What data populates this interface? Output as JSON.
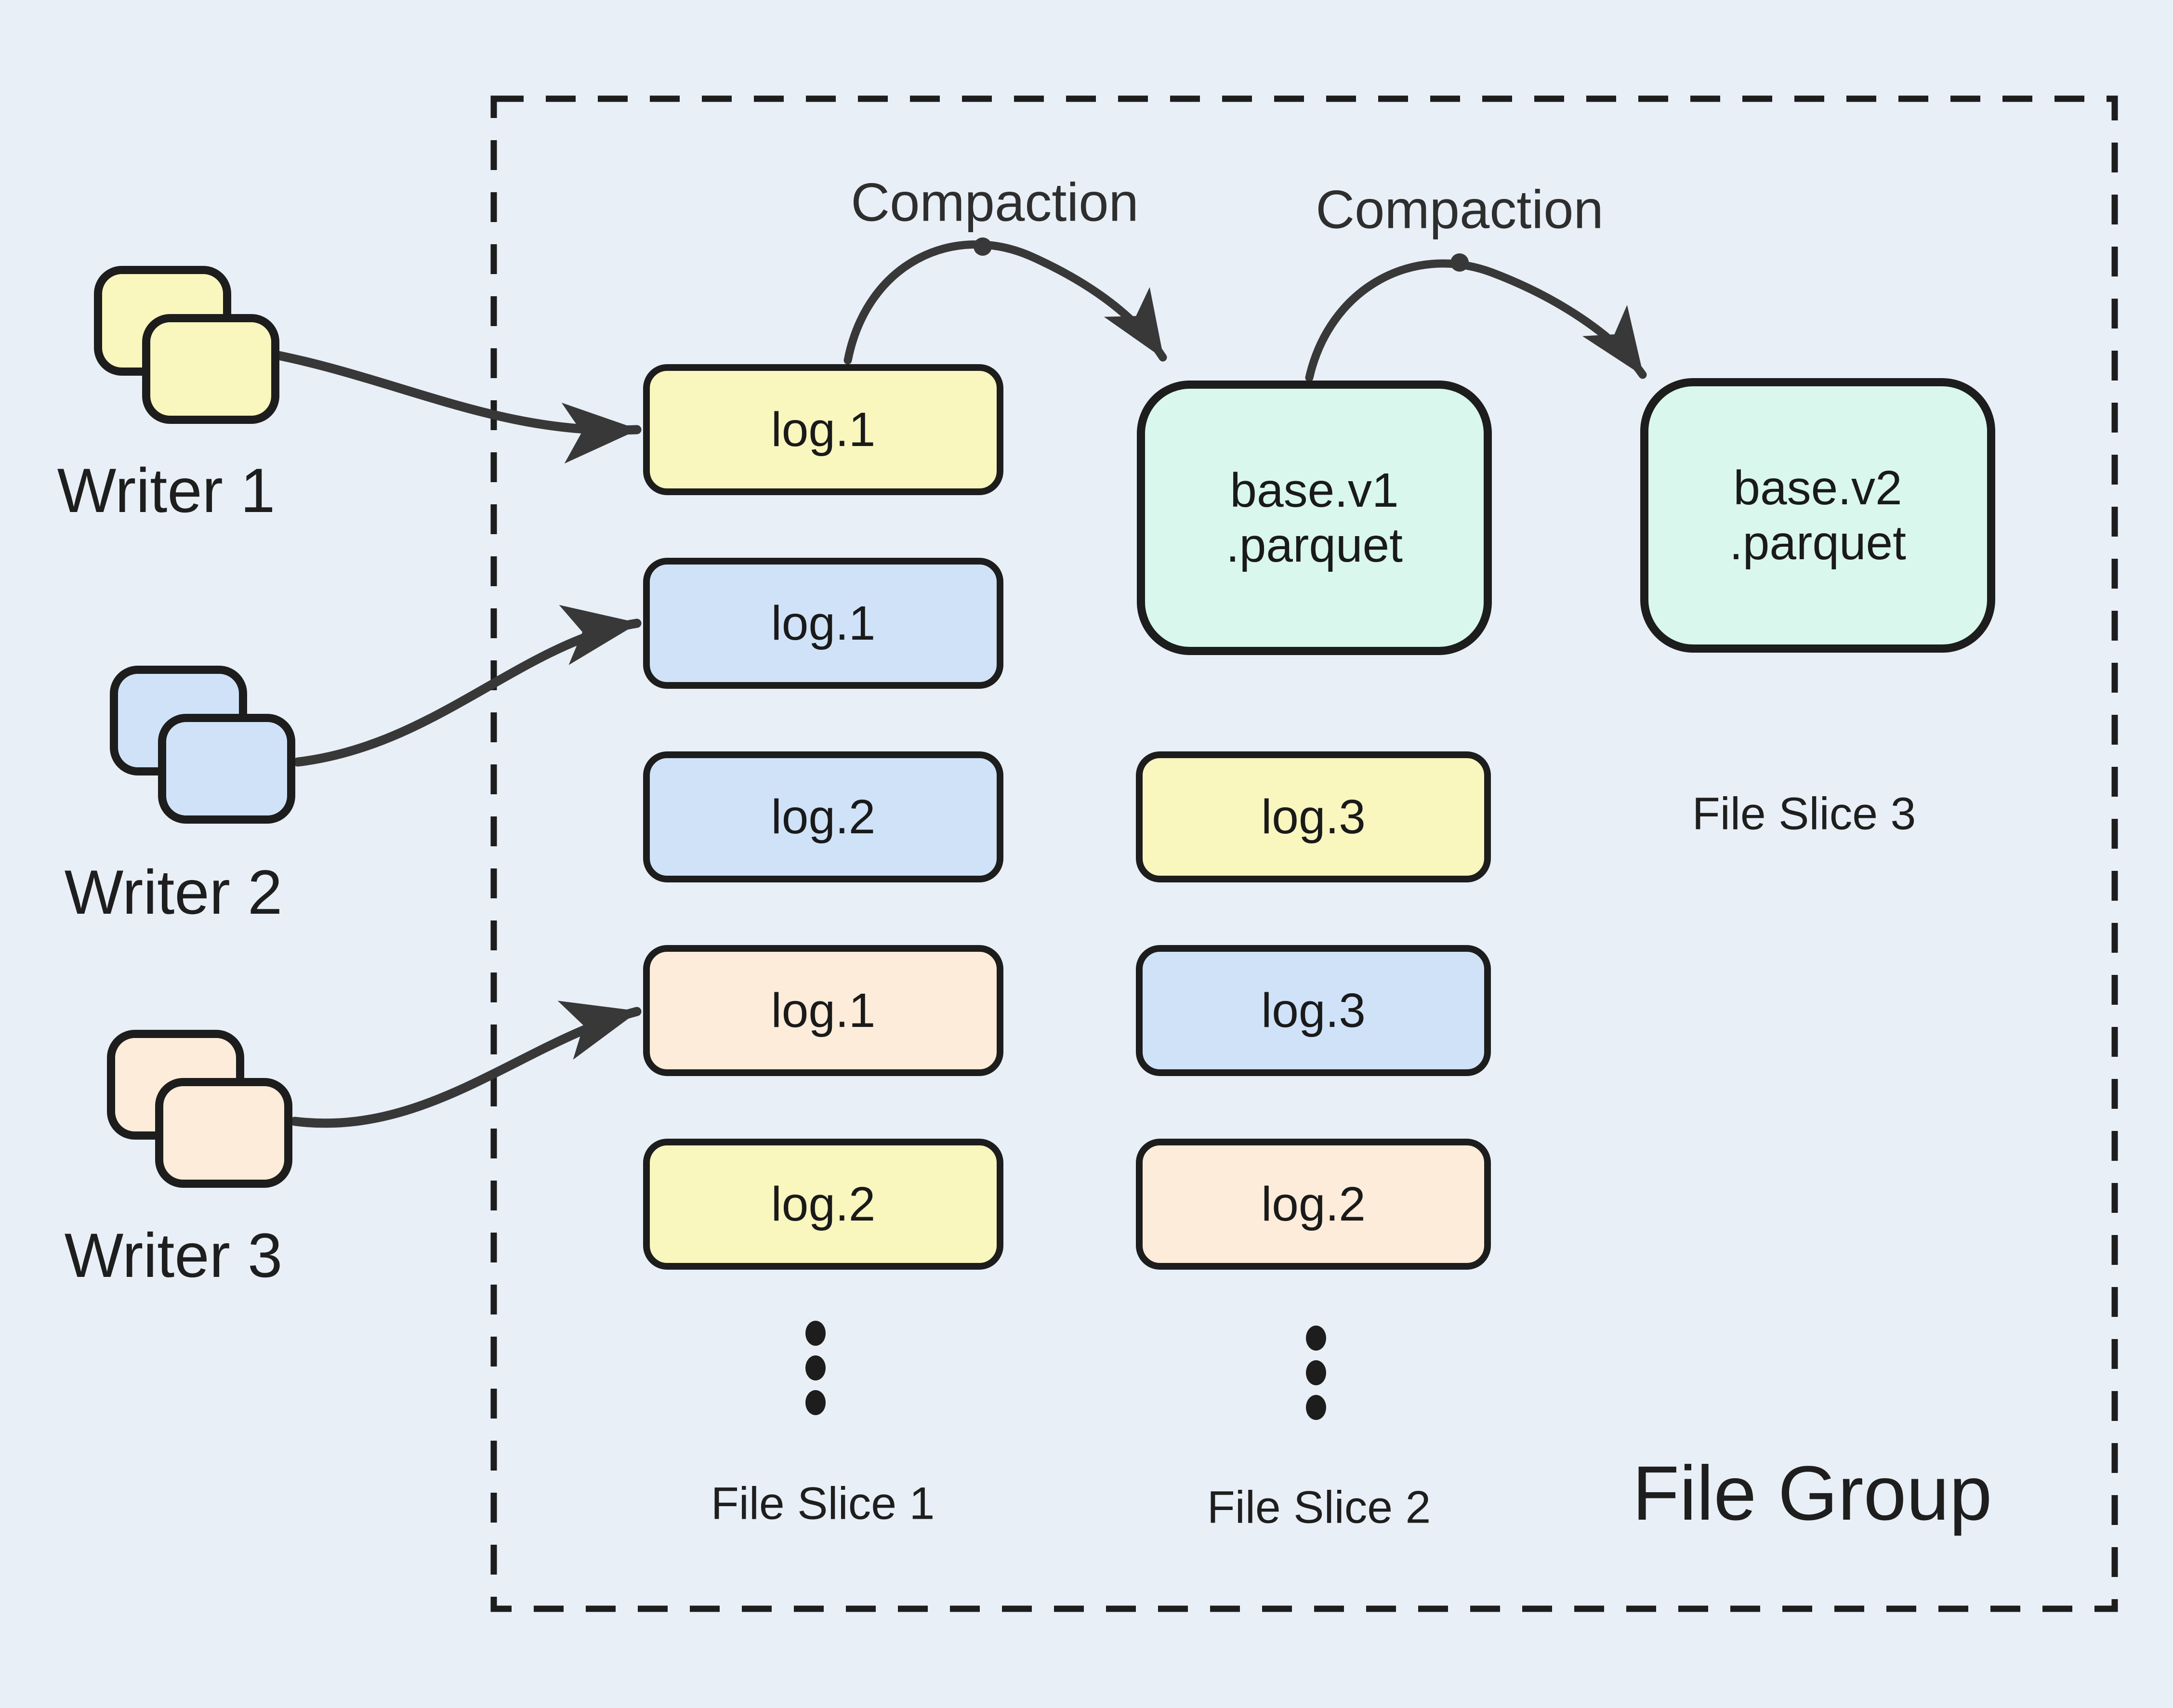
{
  "canvas": {
    "background": "#e8eff6"
  },
  "palette": {
    "yellow": "#f9f6be",
    "blue": "#cfe2f8",
    "peach": "#fcecd9",
    "mint": "#d9f7ec",
    "outline": "#1d1d1d",
    "connector": "#383838",
    "text": "#1e1e1e"
  },
  "file_group": {
    "label": "File Group"
  },
  "writers": [
    {
      "label": "Writer 1",
      "color": "#f9f6be"
    },
    {
      "label": "Writer 2",
      "color": "#cfe2f8"
    },
    {
      "label": "Writer 3",
      "color": "#fcecd9"
    }
  ],
  "compaction": {
    "label_1": "Compaction",
    "label_2": "Compaction"
  },
  "slices": [
    {
      "label": "File Slice 1",
      "logs": [
        {
          "label": "log.1",
          "color": "yellow"
        },
        {
          "label": "log.1",
          "color": "blue"
        },
        {
          "label": "log.2",
          "color": "blue"
        },
        {
          "label": "log.1",
          "color": "peach"
        },
        {
          "label": "log.2",
          "color": "yellow"
        }
      ]
    },
    {
      "label": "File Slice 2",
      "base_file": {
        "line1": "base.v1",
        "line2": ".parquet",
        "color": "mint"
      },
      "logs": [
        {
          "label": "log.3",
          "color": "yellow"
        },
        {
          "label": "log.3",
          "color": "blue"
        },
        {
          "label": "log.2",
          "color": "peach"
        }
      ]
    },
    {
      "label": "File Slice 3",
      "base_file": {
        "line1": "base.v2",
        "line2": ".parquet",
        "color": "mint"
      }
    }
  ]
}
